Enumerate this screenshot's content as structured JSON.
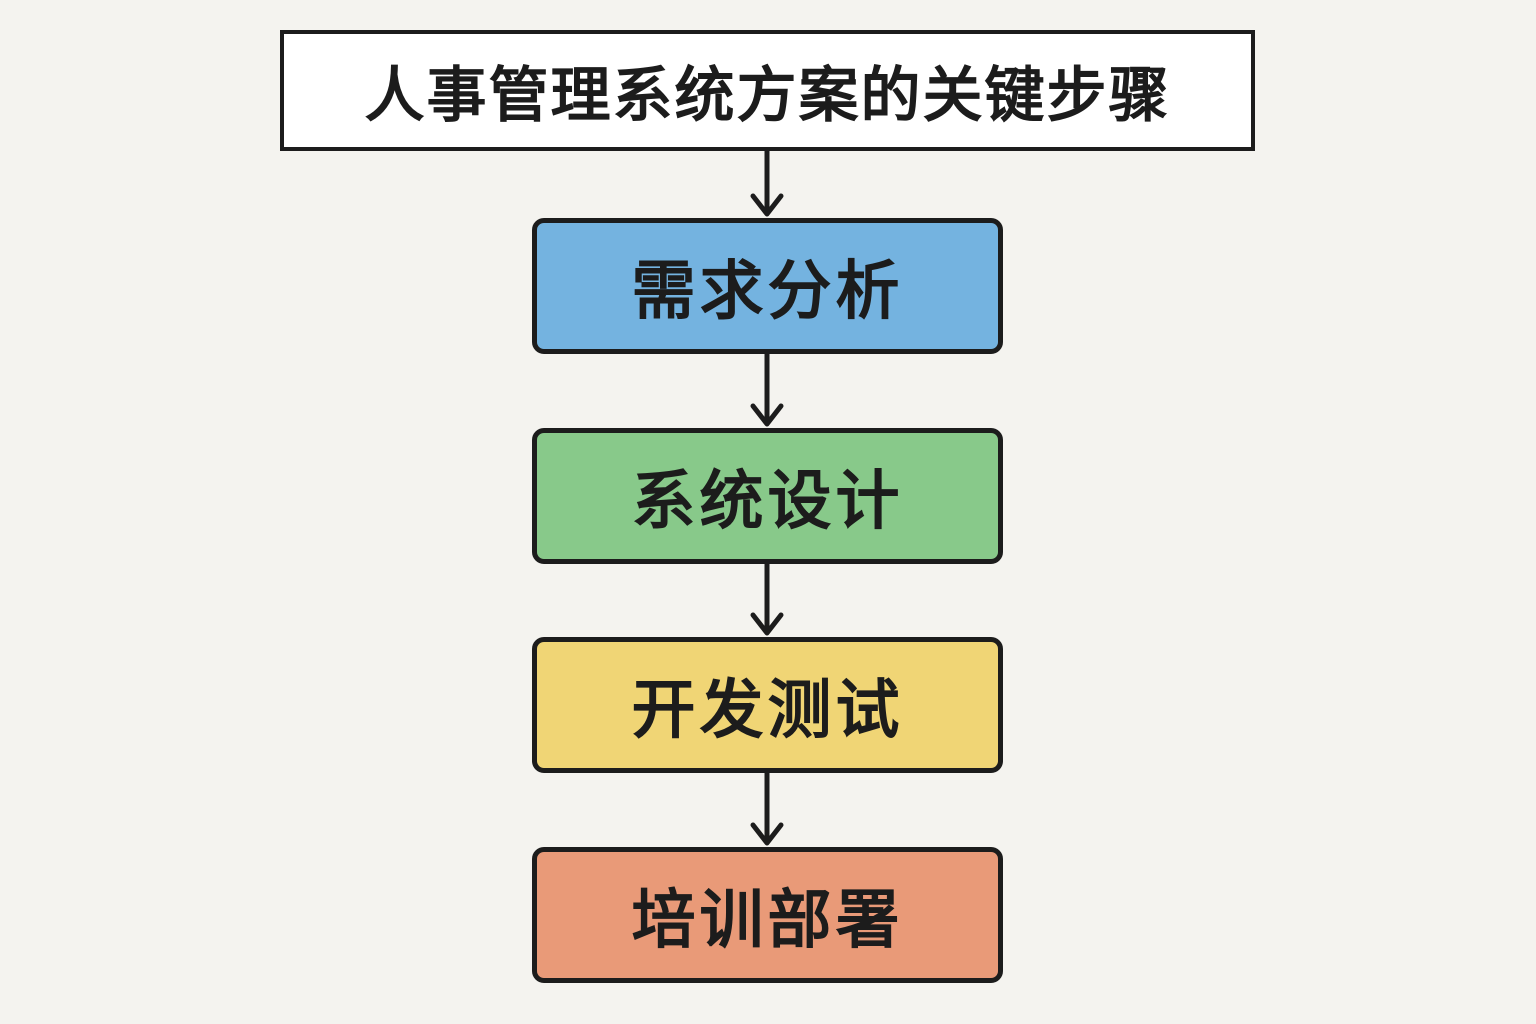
{
  "diagram": {
    "title": "人事管理系统方案的关键步骤",
    "steps": [
      {
        "label": "需求分析",
        "color": "#74b3e0"
      },
      {
        "label": "系统设计",
        "color": "#88c98a"
      },
      {
        "label": "开发测试",
        "color": "#f0d575"
      },
      {
        "label": "培训部署",
        "color": "#e99a78"
      }
    ],
    "connector_color": "#1c1c1c"
  }
}
